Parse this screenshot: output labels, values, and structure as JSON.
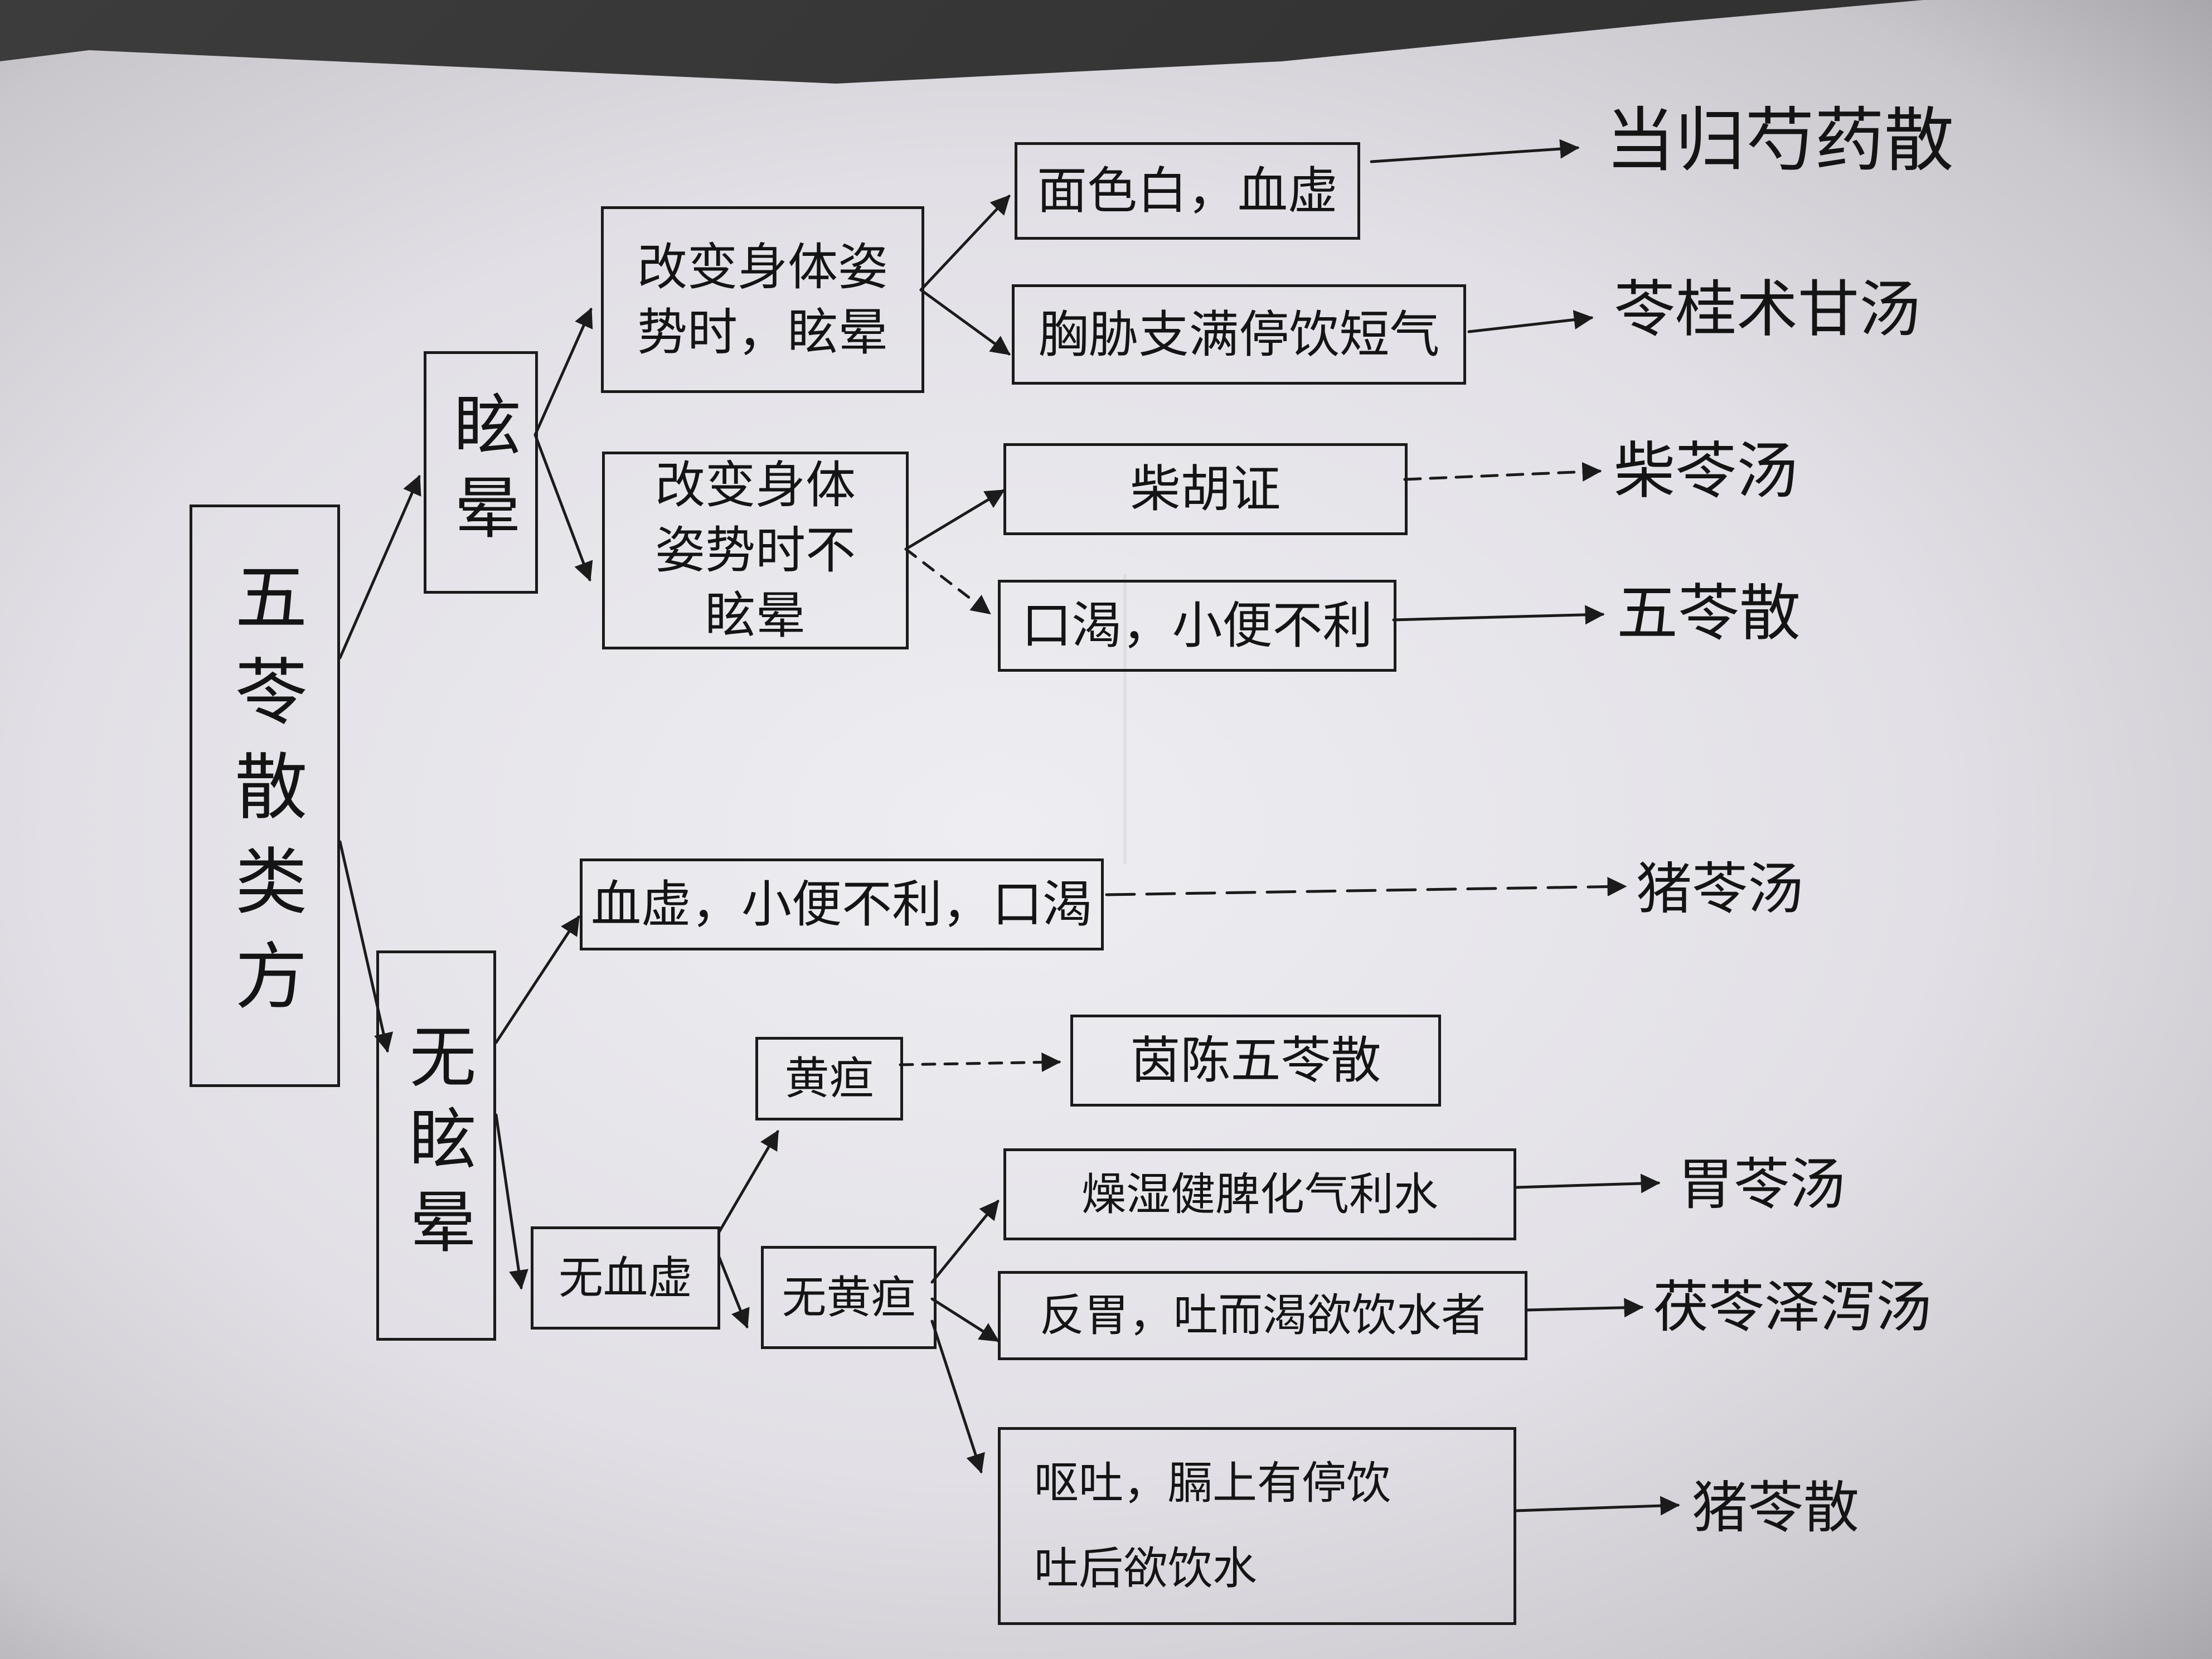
{
  "root": "五苓散类方",
  "branch_vertigo": "眩晕",
  "branch_no_vertigo": "无眩晕",
  "vertigo_posture": "改变身体姿势时，眩晕",
  "no_vertigo_posture": "改变身体姿势时不眩晕",
  "pale_face": "面色白，血虚",
  "chest_fluid": "胸胁支满停饮短气",
  "shaoyang": "柴胡证",
  "thirst_urine": "口渴，小便不利",
  "blood_deficit": "血虚，小便不利，口渴",
  "jaundice": "黄疸",
  "no_blood_deficit": "无血虚",
  "no_jaundice": "无黄疸",
  "yinchen_wuling": "茵陈五苓散",
  "dampness_spleen": "燥湿健脾化气利水",
  "stomach_vomit": "反胃，吐而渴欲饮水者",
  "vomit_diaphragm": "呕吐，膈上有停饮",
  "vomit_drink": "吐后欲饮水",
  "rx_danggui": "当归芍药散",
  "rx_linggui": "苓桂术甘汤",
  "rx_chailing": "柴苓汤",
  "rx_wuling": "五苓散",
  "rx_zhuling_tang": "猪苓汤",
  "rx_weiling": "胃苓汤",
  "rx_fuling_zexie": "茯苓泽泻汤",
  "rx_zhuling_san": "猪苓散"
}
